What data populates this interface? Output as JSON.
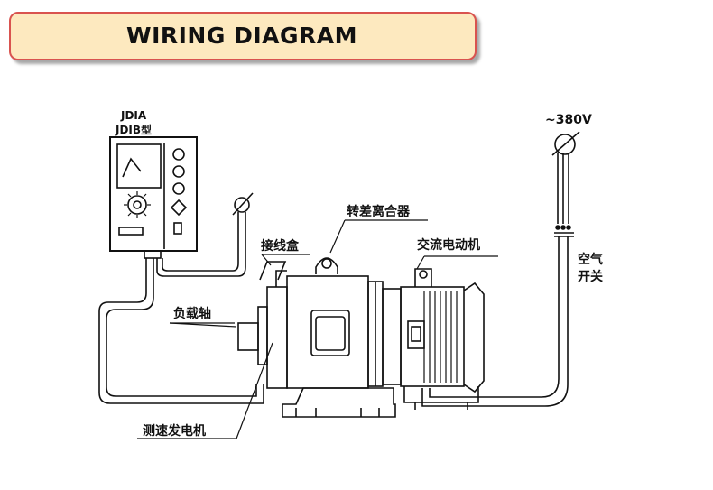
{
  "banner": {
    "title": "WIRING DIAGRAM"
  },
  "labels": {
    "controller_model_a": "JDIA",
    "controller_model_b": "JDIB型",
    "voltage": "~380V",
    "slip_clutch": "转差离合器",
    "ac_motor": "交流电动机",
    "junction_box": "接线盒",
    "load_shaft": "负载轴",
    "tacho_generator": "测速发电机",
    "air_switch_line1": "空气",
    "air_switch_line2": "开关"
  },
  "colors": {
    "banner_bg": "#fde9bf",
    "banner_border": "#d9534f",
    "ink": "#111111"
  }
}
